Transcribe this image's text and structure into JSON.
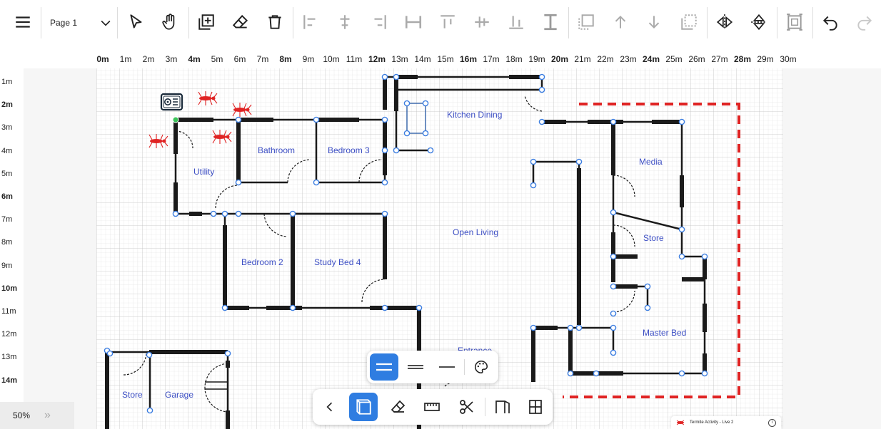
{
  "toolbar": {
    "page_label": "Page 1",
    "tools": [
      "menu-icon",
      "chevron-down-icon",
      "select-pointer-icon",
      "hand-pan-icon",
      "add-shape-icon",
      "eraser-icon",
      "trash-icon",
      "align-left-icon",
      "align-center-icon",
      "align-right-icon",
      "distribute-horizontal-icon",
      "align-top-icon",
      "align-middle-icon",
      "align-bottom-icon",
      "distribute-vertical-icon",
      "group-icon",
      "bring-forward-icon",
      "send-backward-icon",
      "ungroup-icon",
      "flip-horizontal-icon",
      "flip-vertical-icon",
      "fit-frame-icon",
      "undo-icon",
      "redo-icon"
    ]
  },
  "ruler": {
    "horizontal": [
      "0m",
      "1m",
      "2m",
      "3m",
      "4m",
      "5m",
      "6m",
      "7m",
      "8m",
      "9m",
      "10m",
      "11m",
      "12m",
      "13m",
      "14m",
      "15m",
      "16m",
      "17m",
      "18m",
      "19m",
      "20m",
      "21m",
      "22m",
      "23m",
      "24m",
      "25m",
      "26m",
      "27m",
      "28m",
      "29m",
      "30m"
    ],
    "vertical": [
      "1m",
      "2m",
      "3m",
      "4m",
      "5m",
      "6m",
      "7m",
      "8m",
      "9m",
      "10m",
      "11m",
      "12m",
      "13m",
      "14m"
    ]
  },
  "rooms": {
    "kitchen": "Kitchen Dining",
    "bathroom": "Bathroom",
    "bedroom3": "Bedroom 3",
    "utility": "Utility",
    "media": "Media",
    "open_living": "Open Living",
    "store_right": "Store",
    "bedroom2": "Bedroom 2",
    "study": "Study Bed 4",
    "master": "Master Bed",
    "entrance": "Entrance",
    "store_left": "Store",
    "garage": "Garage"
  },
  "zoom": {
    "value": "50%",
    "expand": "»"
  },
  "legend": {
    "text": "Termite Activity - Live 2"
  },
  "colors": {
    "accent": "#2f7de1",
    "room_label": "#3d4fc4",
    "wall": "#1a1a1a",
    "boundary": "#e02424",
    "termite": "#e02424"
  }
}
